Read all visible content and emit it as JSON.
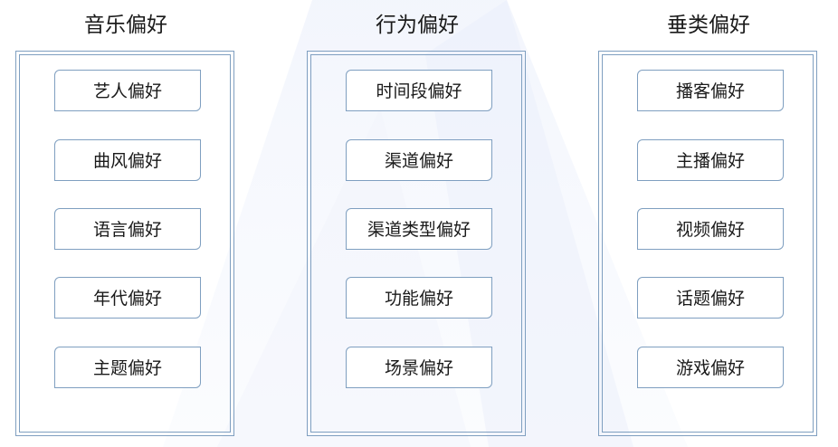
{
  "columns": [
    {
      "title": "音乐偏好",
      "items": [
        "艺人偏好",
        "曲风偏好",
        "语言偏好",
        "年代偏好",
        "主题偏好"
      ]
    },
    {
      "title": "行为偏好",
      "items": [
        "时间段偏好",
        "渠道偏好",
        "渠道类型偏好",
        "功能偏好",
        "场景偏好"
      ]
    },
    {
      "title": "垂类偏好",
      "items": [
        "播客偏好",
        "主播偏好",
        "视频偏好",
        "话题偏好",
        "游戏偏好"
      ]
    }
  ],
  "colors": {
    "border": "#7f9fc0",
    "text": "#1a1a1a",
    "background_decor": "#eef2fb"
  }
}
